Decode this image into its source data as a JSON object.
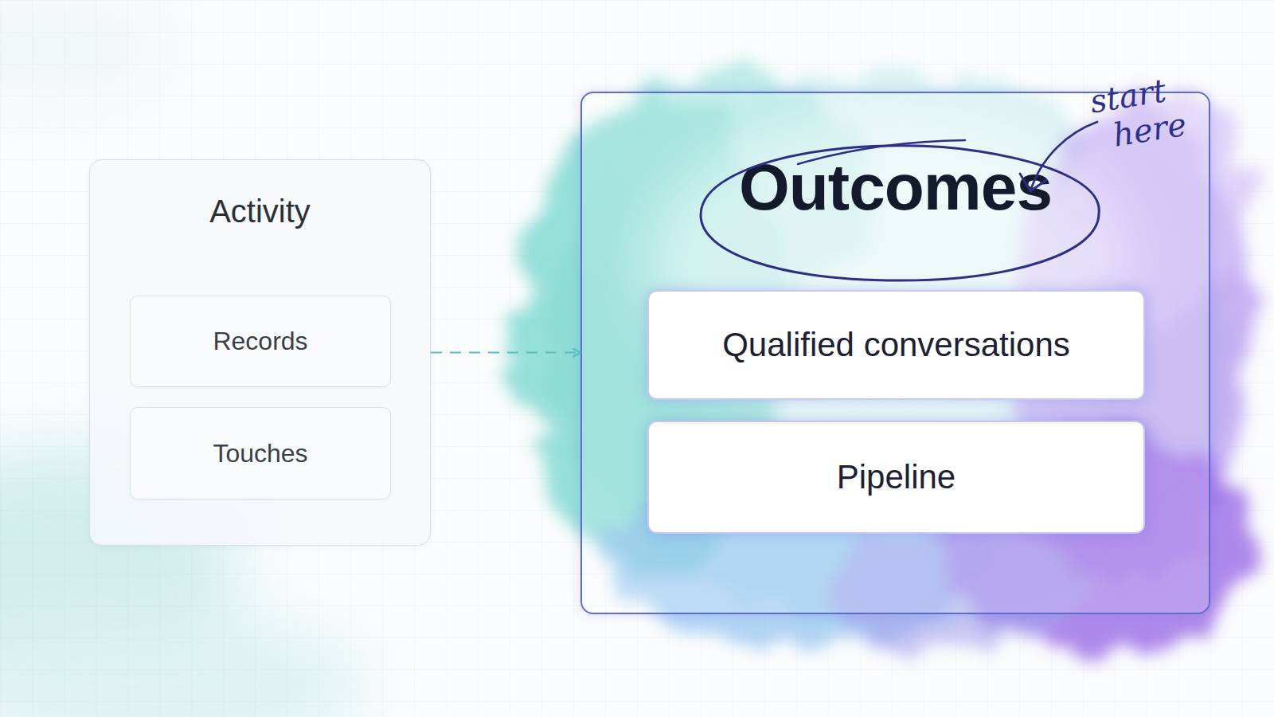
{
  "diagram": {
    "nodes": [
      {
        "text": [
          "Activity"
        ]
      },
      {
        "text": [
          "Records"
        ],
        "in": 0
      },
      {
        "text": [
          "Touches"
        ],
        "in": 0
      },
      {
        "text": [
          "Outcomes"
        ]
      },
      {
        "text": [
          "Qualified conversations"
        ],
        "in": 3
      },
      {
        "text": [
          "Pipeline"
        ],
        "in": 3
      }
    ],
    "edges": [
      {
        "from": 0,
        "to": 3,
        "arrow": "to"
      }
    ],
    "labels": [
      "start here"
    ]
  }
}
